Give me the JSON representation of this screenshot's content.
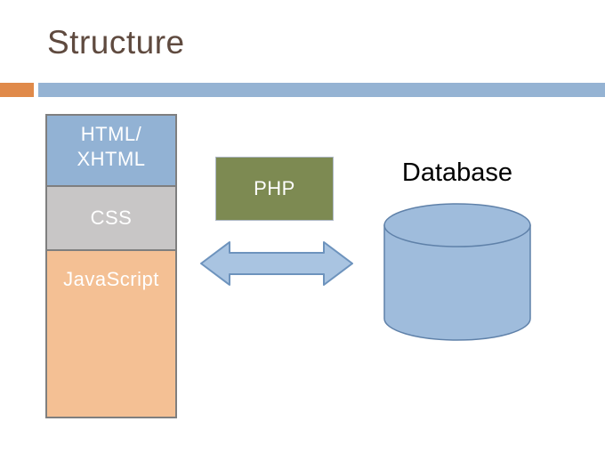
{
  "slide": {
    "title": "Structure",
    "colors": {
      "title_text": "#5F4A3F",
      "accent_orange": "#E08A4A",
      "accent_blue": "#95B3D3",
      "stack_border": "#7F7F7F",
      "label_text": "#FFFFFF",
      "database_label_text": "#000000"
    }
  },
  "stack": {
    "items": [
      {
        "lines": [
          "HTML/",
          "XHTML"
        ],
        "color": "#92B2D4"
      },
      {
        "lines": [
          "CSS"
        ],
        "color": "#C8C6C6"
      },
      {
        "lines": [
          "JavaScript"
        ],
        "color": "#F4C094"
      }
    ]
  },
  "php_box": {
    "label": "PHP",
    "fill": "#7D8A52",
    "border": "#AEB8C6"
  },
  "arrow": {
    "fill": "#A9C4E1",
    "border": "#6D93BD"
  },
  "database": {
    "label": "Database",
    "cylinder_fill": "#9FBCDC",
    "cylinder_border": "#5F81A9"
  }
}
